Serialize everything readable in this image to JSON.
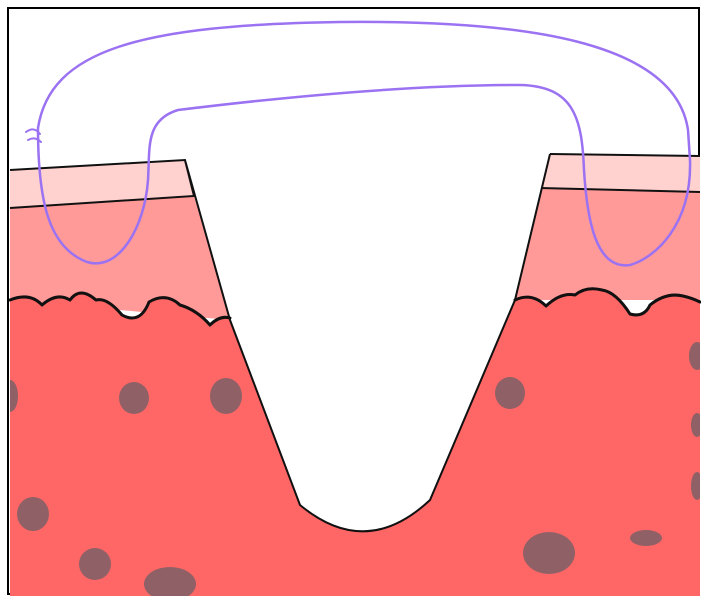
{
  "diagram": {
    "colors": {
      "background": "#ffffff",
      "border": "#000000",
      "epidermis_top": "#ffd1cf",
      "dermis": "#ff9a99",
      "deep_tissue": "#ff6666",
      "cell_spots": "#8f6166",
      "suture": "#9b72f2",
      "outline": "#111111"
    },
    "elements": {
      "left_wound_edge": "left-wound-edge",
      "right_wound_edge": "right-wound-edge",
      "wound_cavity": "wound-cavity",
      "suture_loop": "suture-loop"
    }
  }
}
